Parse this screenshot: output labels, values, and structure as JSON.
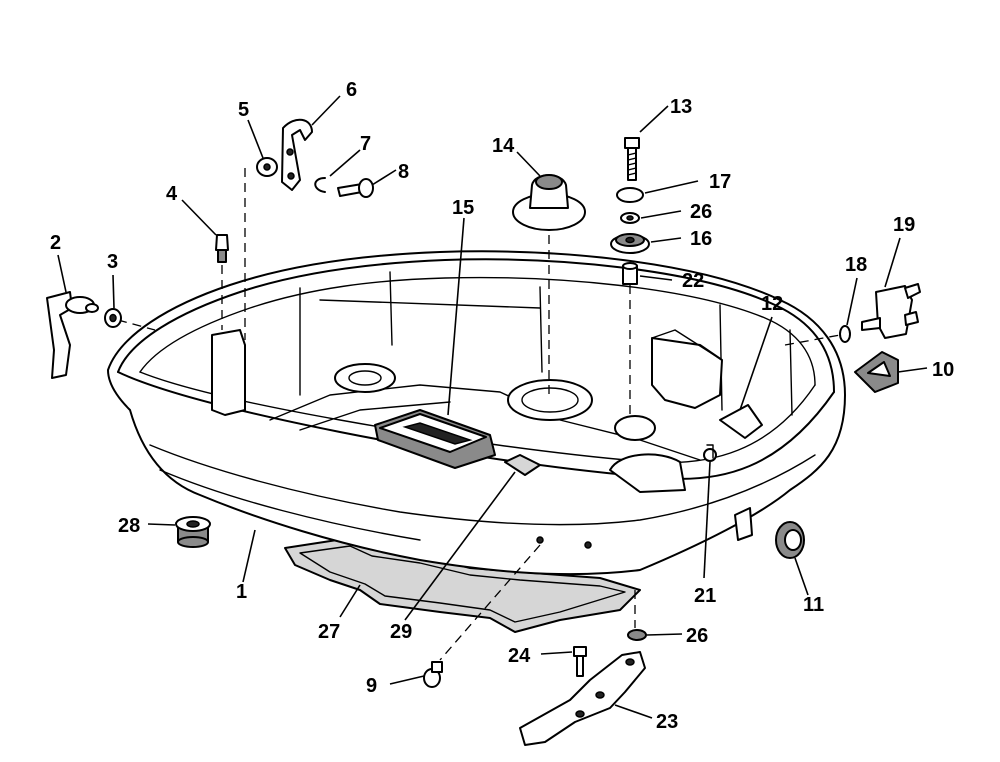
{
  "diagram": {
    "callouts": {
      "c1": "1",
      "c2": "2",
      "c3": "3",
      "c4": "4",
      "c5": "5",
      "c6": "6",
      "c7": "7",
      "c8": "8",
      "c9": "9",
      "c10": "10",
      "c11": "11",
      "c12": "12",
      "c13": "13",
      "c14": "14",
      "c15": "15",
      "c16": "16",
      "c17": "17",
      "c18": "18",
      "c19": "19",
      "c21": "21",
      "c22": "22",
      "c23": "23",
      "c24": "24",
      "c26a": "26",
      "c26b": "26",
      "c27": "27",
      "c28": "28",
      "c29": "29"
    }
  }
}
